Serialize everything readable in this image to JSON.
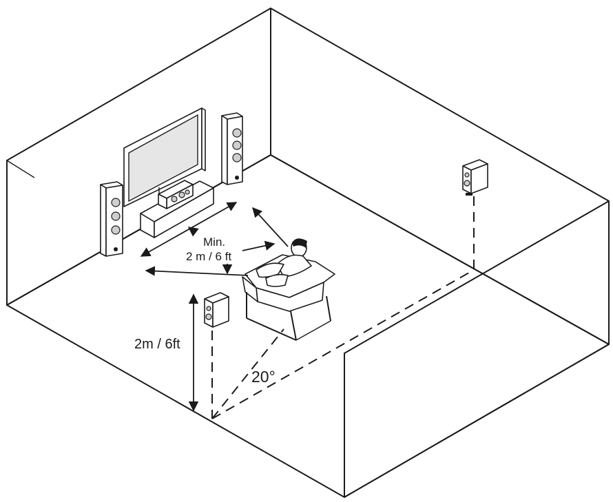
{
  "labels": {
    "min_distance_line1": "Min.",
    "min_distance_line2": "2 m / 6 ft",
    "height": "2m / 6ft",
    "angle": "20°"
  }
}
